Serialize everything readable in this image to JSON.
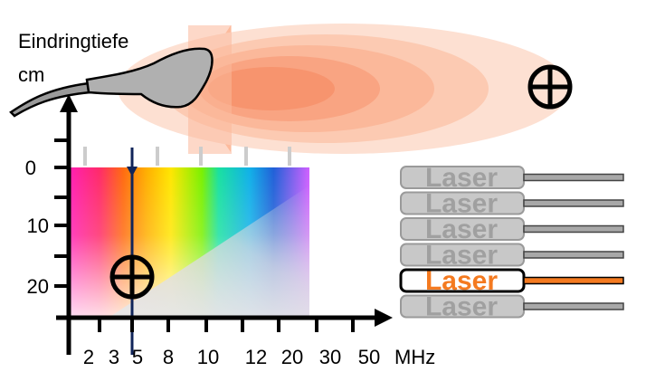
{
  "title_line1": "Eindringtiefe",
  "title_line2": "cm",
  "depth_ticks": [
    "0",
    "10",
    "20"
  ],
  "freq_ticks": [
    "2",
    "3",
    "5",
    "8",
    "10",
    "12",
    "20",
    "30",
    "50"
  ],
  "freq_unit": "MHz",
  "laser_label": "Laser",
  "laser_count": 6,
  "active_laser_index": 4,
  "active_color": "#f47a20",
  "inactive_color": "#b4b4b4",
  "beam_color": "#f47a20",
  "icons": {
    "probe": "ultrasound-probe-icon",
    "target": "crosshair-target-icon"
  }
}
